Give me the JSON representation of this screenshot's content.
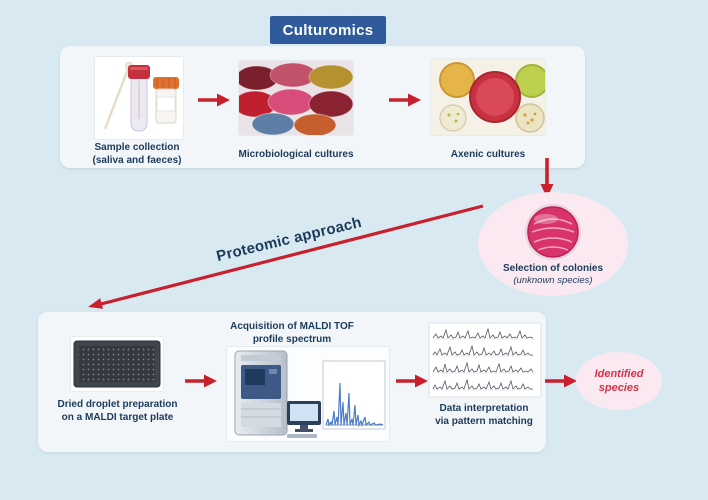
{
  "title": "Culturomics",
  "colors": {
    "background": "#d8e9f1",
    "panel": "#f2f6f9",
    "title_bg": "#2f5b9d",
    "arrow_red": "#c9202e",
    "caption_navy": "#1c3b5a",
    "badge_pink": "#fbe9f1",
    "identified_red": "#d63348"
  },
  "top_row": {
    "sample_collection": "Sample collection\n(saliva and faeces)",
    "microbiological_cultures": "Microbiological cultures",
    "axenic_cultures": "Axenic cultures"
  },
  "selection": {
    "title": "Selection of colonies",
    "subtitle": "(unknown species)"
  },
  "proteomic_label": "Proteomic approach",
  "bottom_row": {
    "dried_droplet": "Dried droplet preparation\non a MALDI target plate",
    "acquisition": "Acquisition of MALDI TOF\nprofile spectrum",
    "data_interpretation": "Data interpretation\nvia pattern matching",
    "identified_species": "Identified\nspecies"
  },
  "icons": {
    "arrow_right": "arrow-right-icon",
    "arrow_down": "arrow-down-icon",
    "arrow_diagonal": "diagonal-arrow-icon"
  }
}
